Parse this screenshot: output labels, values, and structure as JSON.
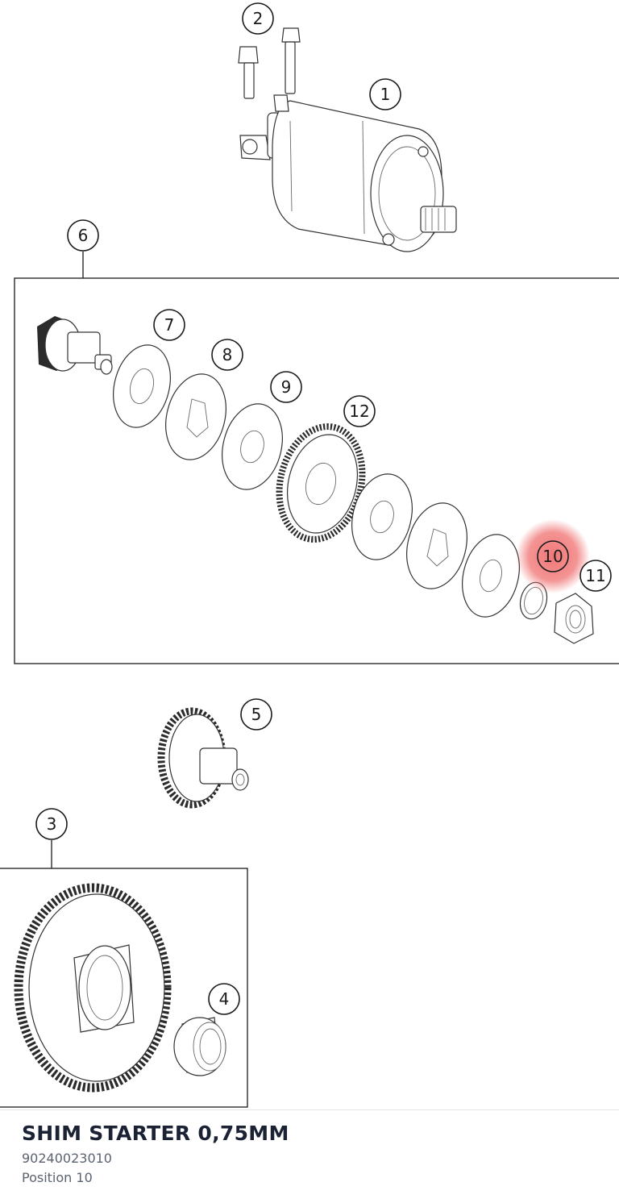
{
  "diagram": {
    "callouts": [
      "1",
      "2",
      "3",
      "4",
      "5",
      "6",
      "7",
      "8",
      "9",
      "10",
      "11",
      "12"
    ],
    "highlighted_callout": "10",
    "highlight_color": "#f07070"
  },
  "part": {
    "name": "SHIM STARTER 0,75MM",
    "number": "90240023010",
    "position": "Position 10"
  }
}
